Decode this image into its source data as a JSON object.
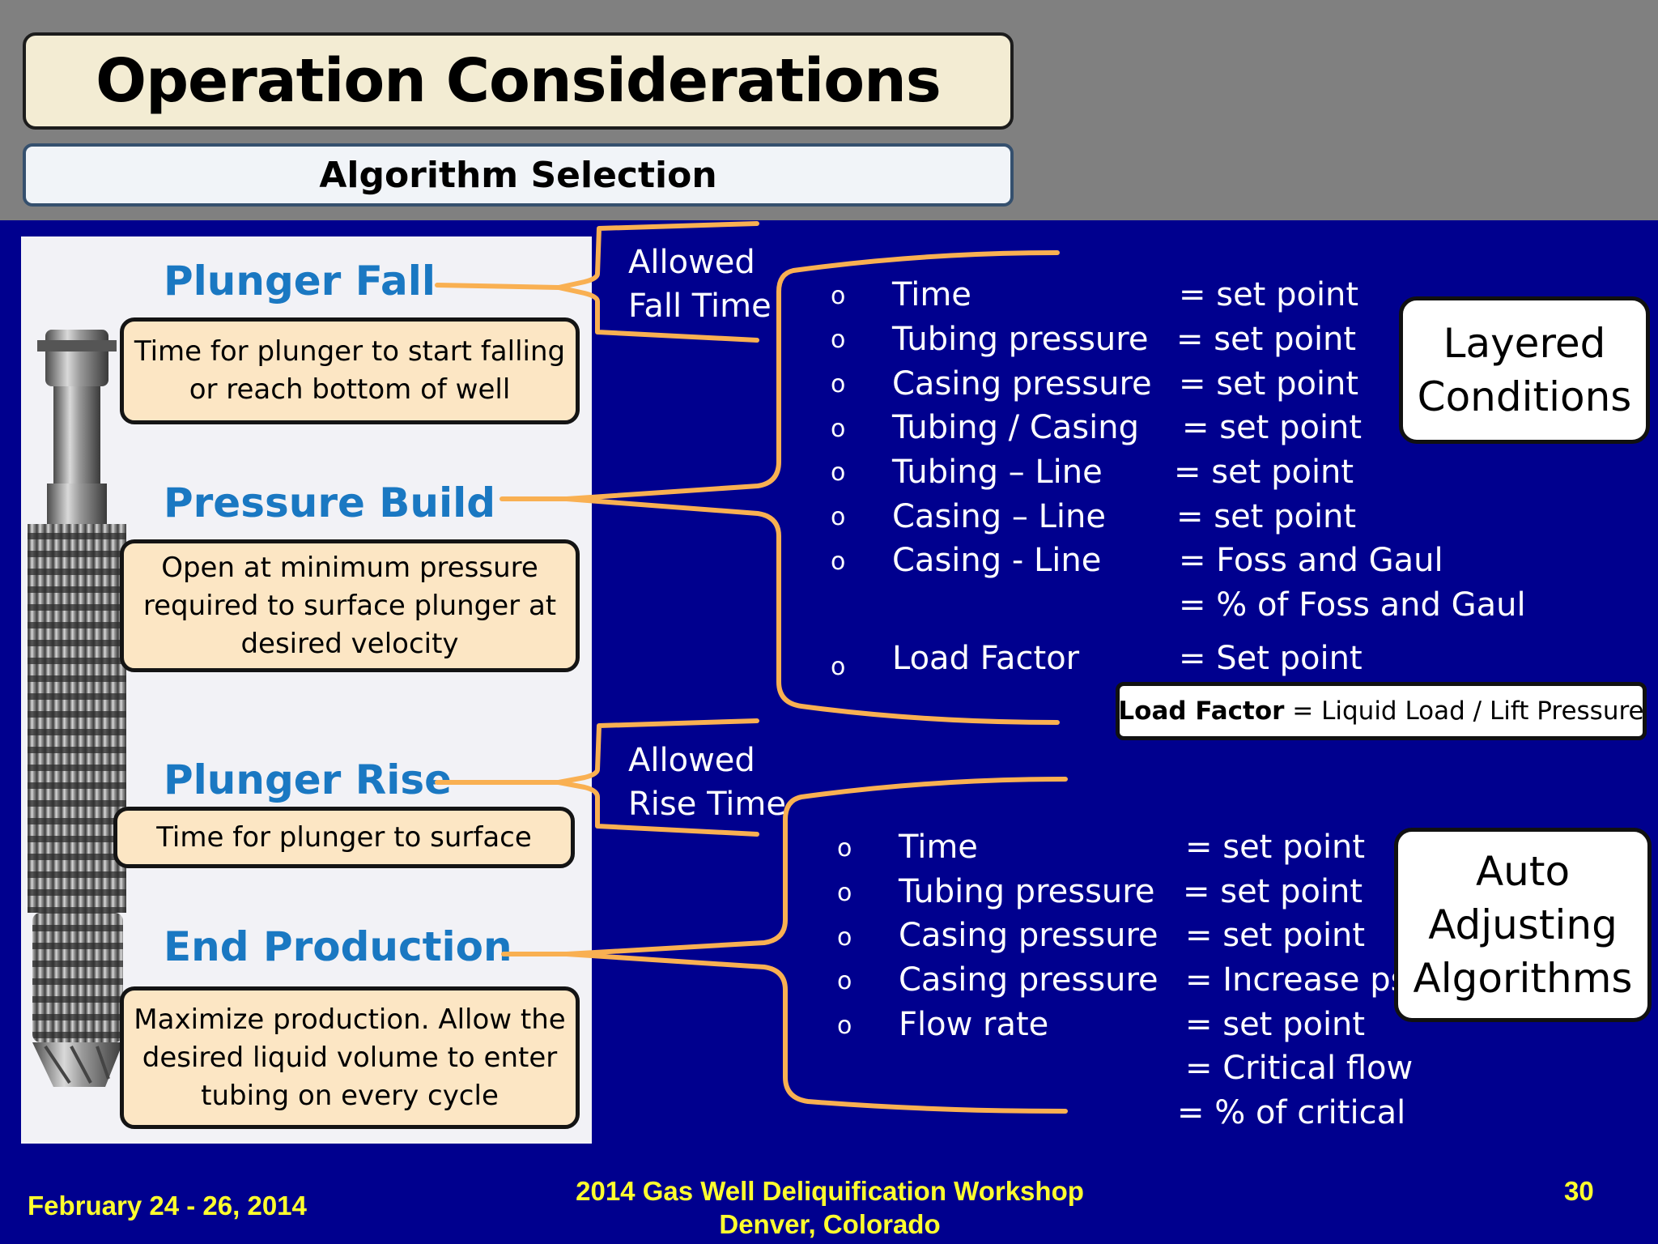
{
  "slide": {
    "title": "Operation Considerations",
    "subtitle": "Algorithm Selection"
  },
  "stages": {
    "plunger_fall": {
      "label": "Plunger Fall",
      "description": "Time for plunger to start falling or reach bottom of well"
    },
    "pressure_build": {
      "label": "Pressure Build",
      "description": "Open at minimum pressure required to surface plunger at desired velocity"
    },
    "plunger_rise": {
      "label": "Plunger Rise",
      "description": "Time for plunger to surface"
    },
    "end_production": {
      "label": "End Production",
      "description": "Maximize production. Allow the desired liquid volume to enter tubing on every cycle"
    }
  },
  "brackets": {
    "fall_time": {
      "line1": "Allowed",
      "line2": "Fall Time"
    },
    "rise_time": {
      "line1": "Allowed",
      "line2": "Rise Time"
    }
  },
  "bullet_glyph": "o",
  "upper_conditions": [
    {
      "name": "Time",
      "value": "= set point"
    },
    {
      "name": "Tubing pressure",
      "value": "= set point"
    },
    {
      "name": "Casing pressure",
      "value": "= set point"
    },
    {
      "name": "Tubing / Casing",
      "value": "= set point"
    },
    {
      "name": "Tubing – Line",
      "value": "= set point"
    },
    {
      "name": "Casing – Line",
      "value": "= set point"
    },
    {
      "name": "Casing - Line",
      "value": "= Foss and Gaul"
    },
    {
      "name": "",
      "value": "= % of Foss and Gaul"
    },
    {
      "name": "Load Factor",
      "value": "=  Set point"
    }
  ],
  "lower_conditions": [
    {
      "name": "Time",
      "value": "= set point"
    },
    {
      "name": "Tubing pressure",
      "value": "= set point"
    },
    {
      "name": "Casing pressure",
      "value": "= set point"
    },
    {
      "name": "Casing pressure",
      "value": "= Increase psi"
    },
    {
      "name": "Flow rate",
      "value": "= set point"
    },
    {
      "name": "",
      "value": "= Critical flow"
    },
    {
      "name": "",
      "value": "= % of critical"
    }
  ],
  "layered_conditions": {
    "line1": "Layered",
    "line2": "Conditions"
  },
  "auto_adjusting": {
    "line1": "Auto",
    "line2": "Adjusting",
    "line3": "Algorithms"
  },
  "load_factor_formula": {
    "term": "Load Factor",
    "definition": " = Liquid Load / Lift Pressure"
  },
  "footer": {
    "date": "February 24 - 26, 2014",
    "workshop": "2014 Gas Well Deliquification Workshop",
    "location": "Denver, Colorado",
    "page_number": "30"
  },
  "colors": {
    "background": "#00008e",
    "header_band": "#808080",
    "title_box": "#f3ecd3",
    "stage_label": "#1a78c2",
    "desc_box": "#fce6c4",
    "bracket": "#f9b052",
    "footer_text": "#ffff2e"
  }
}
